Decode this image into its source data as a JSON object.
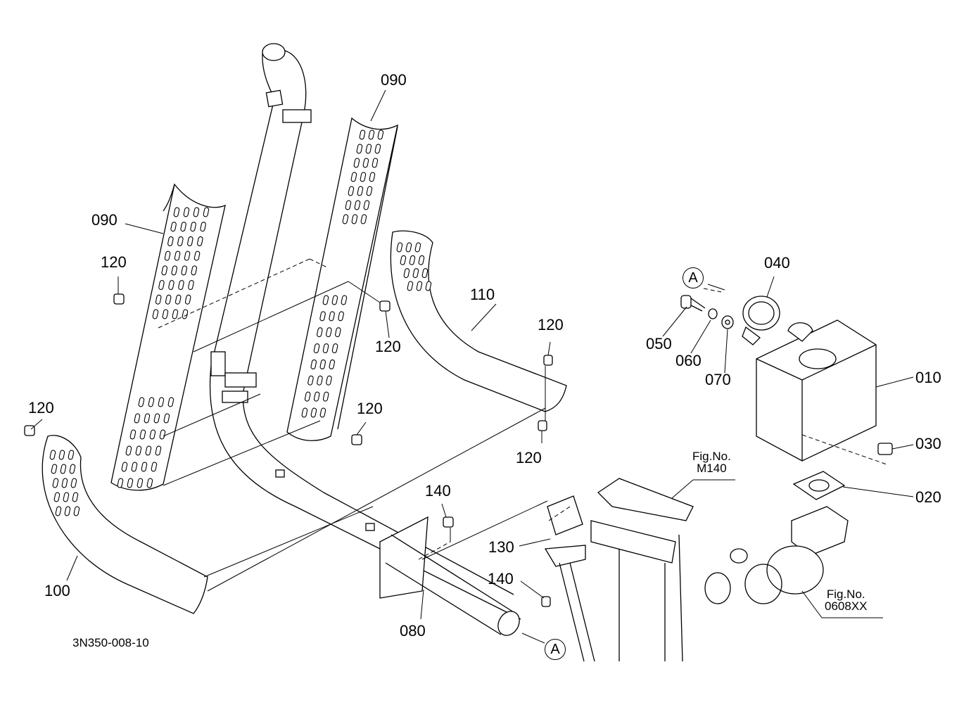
{
  "labels": {
    "p090a": "090",
    "p090b": "090",
    "p120a": "120",
    "p120b": "120",
    "p120c": "120",
    "p120d": "120",
    "p120e": "120",
    "p120f": "120",
    "p110": "110",
    "p100": "100",
    "p140a": "140",
    "p140b": "140",
    "p130": "130",
    "p080": "080",
    "p040": "040",
    "p050": "050",
    "p060": "060",
    "p070": "070",
    "p010": "010",
    "p030": "030",
    "p020": "020"
  },
  "figrefs": {
    "m140_title": "Fig.No.",
    "m140_code": "M140",
    "t0608_title": "Fig.No.",
    "t0608_code": "0608XX"
  },
  "refs": {
    "a_top": "A",
    "a_bottom": "A"
  },
  "drawing_code": "3N350-008-10"
}
